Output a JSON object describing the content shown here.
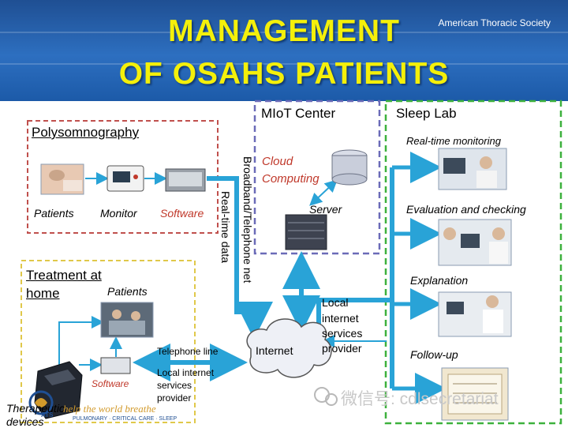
{
  "header": {
    "title_line1": "MANAGEMENT",
    "title_line2": "OF OSAHS PATIENTS",
    "society": "American Thoracic Society"
  },
  "polysomnography": {
    "title": "Polysomnography",
    "patients": "Patients",
    "monitor": "Monitor",
    "software": "Software"
  },
  "miot": {
    "title": "MIoT Center",
    "cloud_line1": "Cloud",
    "cloud_line2": "Computing",
    "server": "Server"
  },
  "sleep_lab": {
    "title": "Sleep Lab",
    "items": [
      "Real-time monitoring",
      "Evaluation and checking",
      "Explanation",
      "Follow-up"
    ]
  },
  "treatment": {
    "title_line1": "Treatment at",
    "title_line2": "home",
    "patients": "Patients",
    "software": "Software",
    "therapeutic_line1": "Therapeutic",
    "therapeutic_line2": "devices"
  },
  "network": {
    "realtime_data": "Real-time data",
    "broadband": "Broadband/Telephone net",
    "internet": "Internet",
    "local_isp_right": [
      "Local",
      "internet",
      "services",
      "provider"
    ],
    "telephone_line": "Telephone line",
    "local_isp_bottom": [
      "Local internet",
      "services",
      "provider"
    ]
  },
  "watermark": {
    "ats_slogan": "help the world breathe",
    "ats_subline": "PULMONARY · CRITICAL CARE · SLEEP",
    "ats": "ATS",
    "wechat": "微信号: cdlsecretariat"
  },
  "colors": {
    "header_blue": "#2d6fc0",
    "title_yellow": "#f4f00a",
    "poly_border": "#c0504d",
    "miot_border": "#6b6bb8",
    "sleep_border": "#3db13d",
    "treatment_border": "#e0c84a",
    "arrow_blue": "#29a3d7",
    "cloud_text": "#c0392b"
  }
}
